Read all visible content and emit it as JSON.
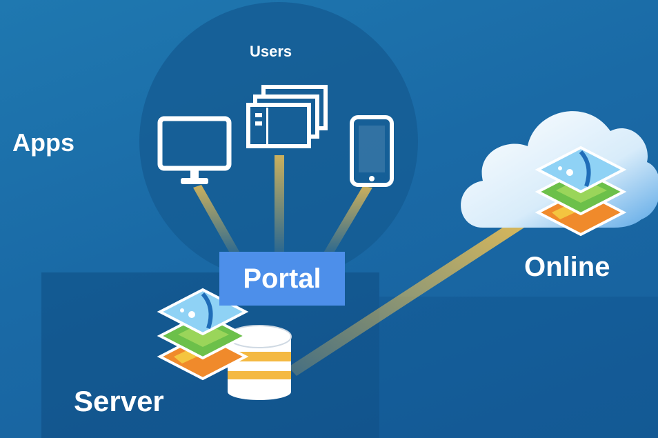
{
  "labels": {
    "users": "Users",
    "apps": "Apps",
    "portal": "Portal",
    "online": "Online",
    "server": "Server"
  },
  "colors": {
    "background": "#1a6aa6",
    "portal": "#4d8fea",
    "connector": "#d4b45a",
    "cloud": "#e8f3fb",
    "database_stripe": "#f4b942"
  },
  "icons": [
    "monitor-icon",
    "tablet-icon",
    "phone-icon",
    "cloud-icon",
    "map-layers-icon",
    "database-icon"
  ]
}
